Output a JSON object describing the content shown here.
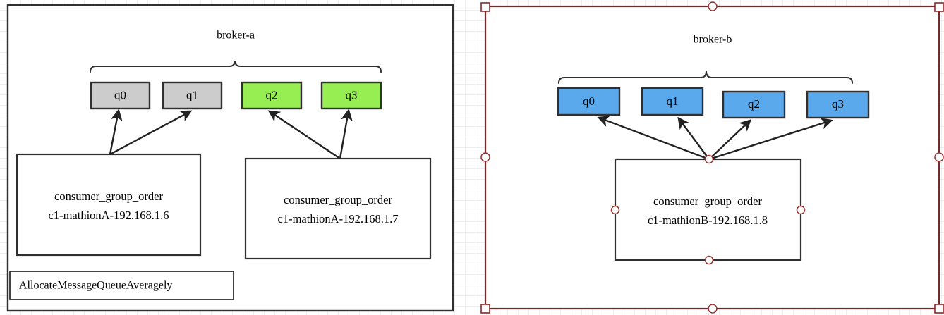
{
  "diagram": {
    "title_type": "rocketmq-queue-allocation-diagram",
    "colors": {
      "queue_gray": "#cccccc",
      "queue_green": "#97ee52",
      "queue_blue": "#5aa9ec",
      "node_stroke": "#303030",
      "arrow": "#222222",
      "selection": "#8b2727",
      "grid": "#eeeeee",
      "canvas": "#ffffff"
    },
    "panels": [
      {
        "id": "panel-broker-a",
        "selected": false,
        "broker_label": "broker-a",
        "queues": [
          {
            "label": "q0",
            "color": "#cccccc"
          },
          {
            "label": "q1",
            "color": "#cccccc"
          },
          {
            "label": "q2",
            "color": "#97ee52"
          },
          {
            "label": "q3",
            "color": "#97ee52"
          }
        ],
        "consumers": [
          {
            "line1": "consumer_group_order",
            "line2": "c1-mathionA-192.168.1.6"
          },
          {
            "line1": "consumer_group_order",
            "line2": "c1-mathionA-192.168.1.7"
          }
        ],
        "algorithm_label": "AllocateMessageQueueAveragely"
      },
      {
        "id": "panel-broker-b",
        "selected": true,
        "broker_label": "broker-b",
        "queues": [
          {
            "label": "q0",
            "color": "#5aa9ec"
          },
          {
            "label": "q1",
            "color": "#5aa9ec"
          },
          {
            "label": "q2",
            "color": "#5aa9ec"
          },
          {
            "label": "q3",
            "color": "#5aa9ec"
          }
        ],
        "consumers": [
          {
            "line1": "consumer_group_order",
            "line2": "c1-mathionB-192.168.1.8"
          }
        ],
        "algorithm_label": ""
      }
    ]
  }
}
